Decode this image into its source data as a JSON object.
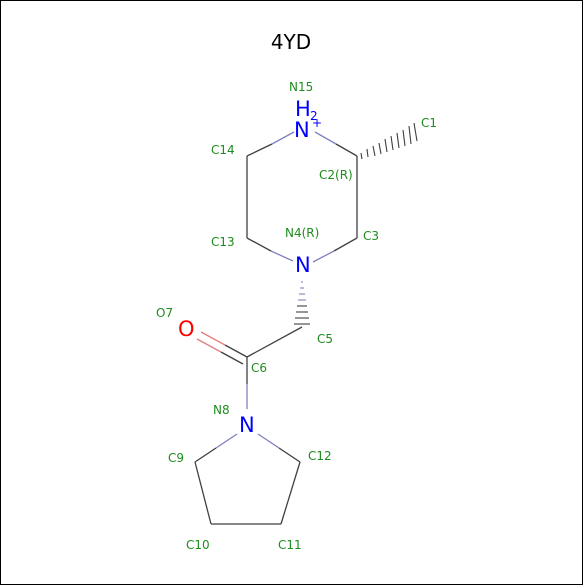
{
  "title": "4YD",
  "colors": {
    "label": "#1e8c1e",
    "nitrogen": "#0000ff",
    "oxygen": "#ff0000",
    "carbon_bond": "#404040",
    "nitrogen_bond": "#8080c0",
    "oxygen_bond": "#e08080",
    "frame": "#000000"
  },
  "element_symbols": {
    "N15": "N",
    "N15_h": "H",
    "N15_h_count": "2",
    "N15_charge": "+",
    "N4": "N",
    "N8": "N",
    "O7": "O"
  },
  "atom_labels": {
    "N15": "N15",
    "C1": "C1",
    "C14": "C14",
    "C2": "C2(R)",
    "C13": "C13",
    "N4": "N4(R)",
    "C3": "C3",
    "O7": "O7",
    "C5": "C5",
    "C6": "C6",
    "N8": "N8",
    "C9": "C9",
    "C12": "C12",
    "C10": "C10",
    "C11": "C11"
  }
}
